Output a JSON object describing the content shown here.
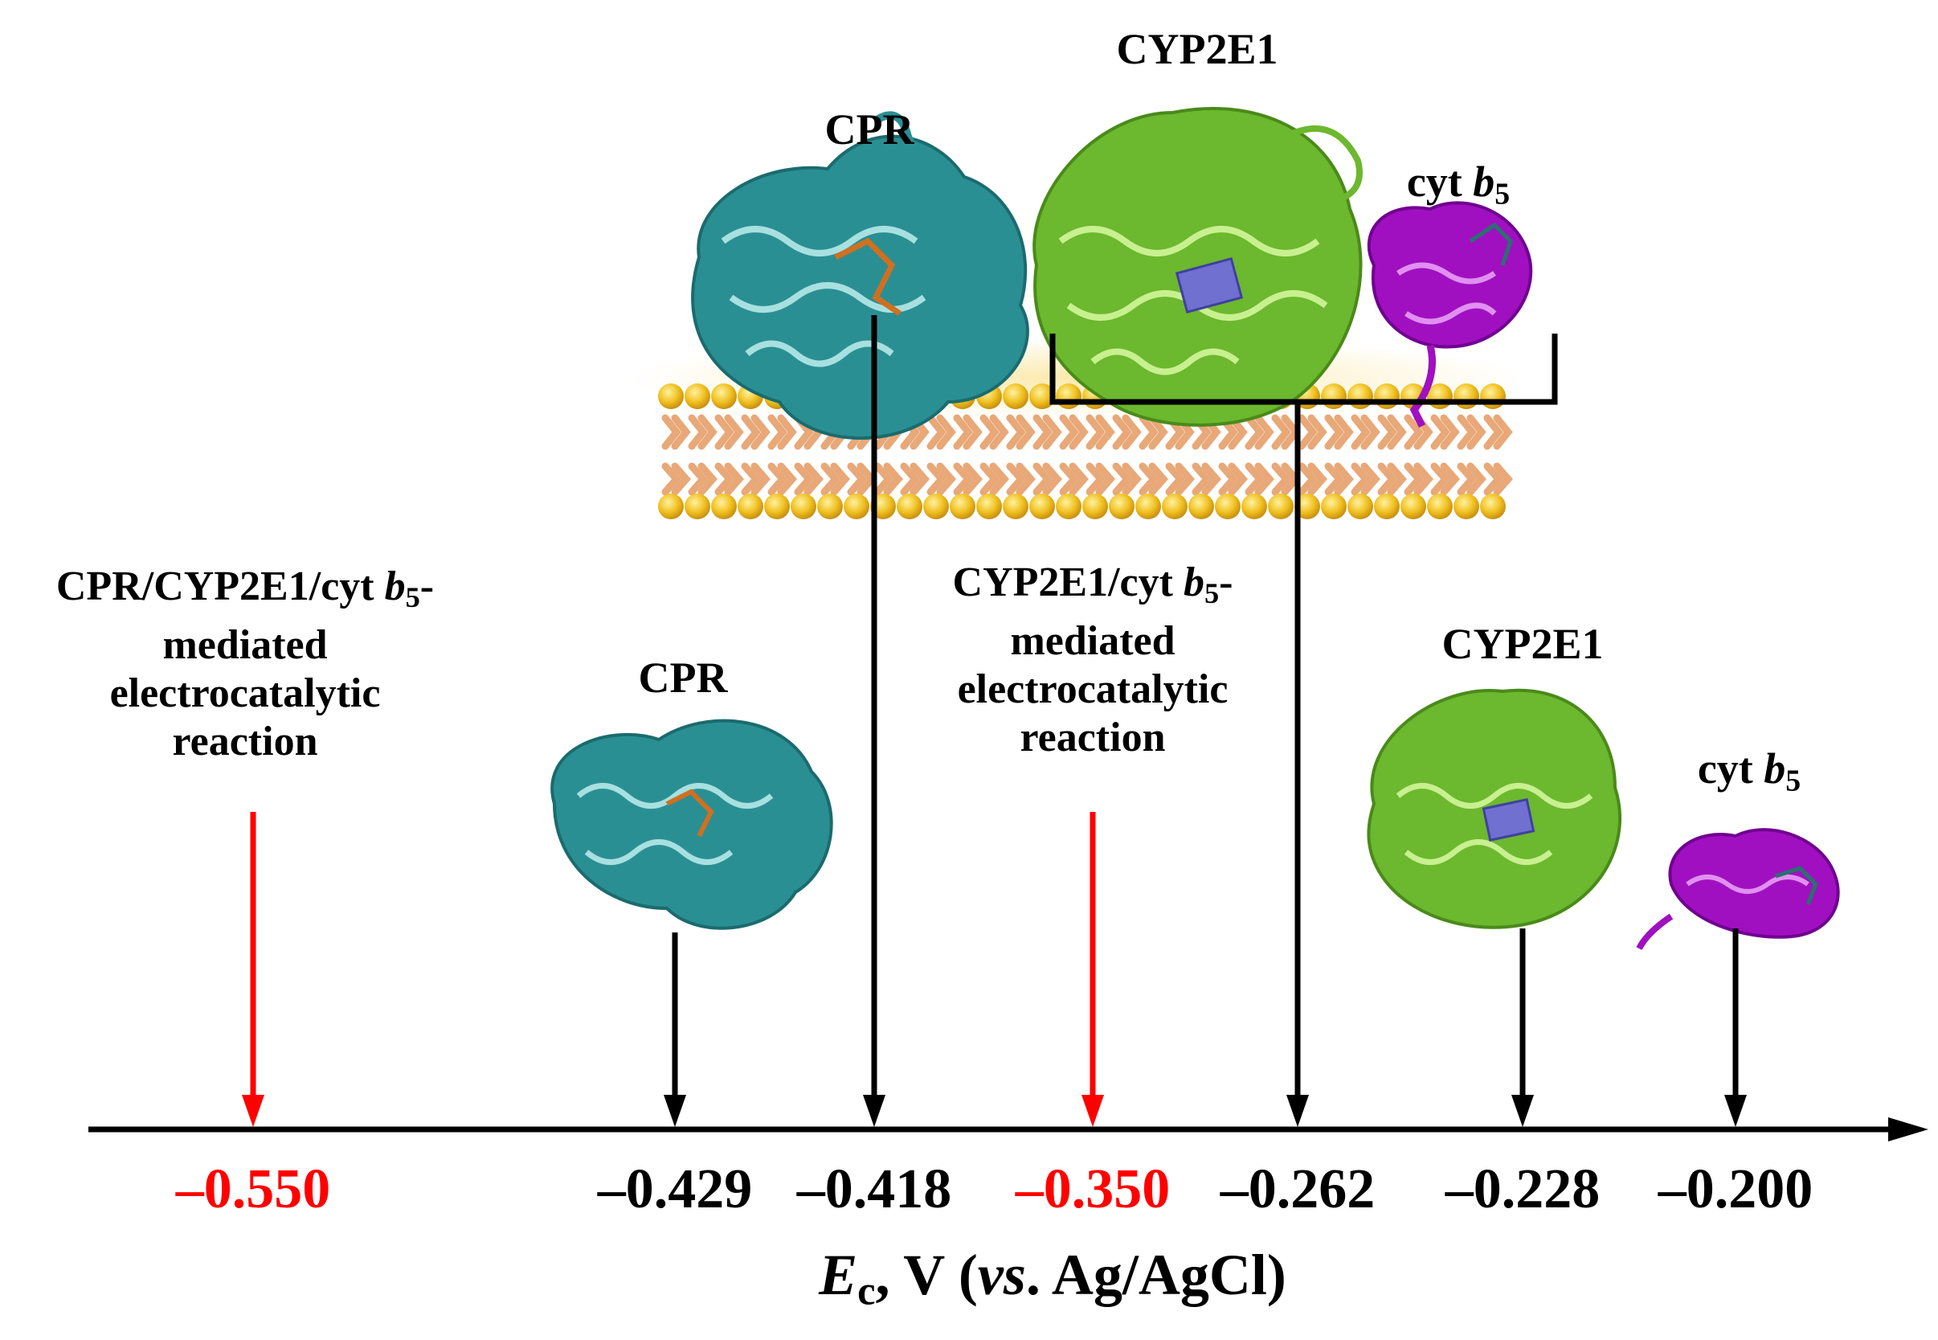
{
  "axis": {
    "label": {
      "symbol": "E",
      "subscript": "c",
      "rest_before": ", V (",
      "vs": "vs",
      "rest_after": ". Ag/AgCl)"
    }
  },
  "ticks": [
    {
      "value": "–0.550",
      "color": "#ff0000"
    },
    {
      "value": "–0.429",
      "color": "#000000"
    },
    {
      "value": "–0.418",
      "color": "#000000"
    },
    {
      "value": "–0.350",
      "color": "#ff0000"
    },
    {
      "value": "–0.262",
      "color": "#000000"
    },
    {
      "value": "–0.228",
      "color": "#000000"
    },
    {
      "value": "–0.200",
      "color": "#000000"
    }
  ],
  "labels": {
    "cpr_membrane": "CPR",
    "cyp_membrane": "CYP2E1",
    "cytb5_membrane": {
      "prefix": "cyt ",
      "italic": "b",
      "sub": "5"
    },
    "cpr_free": "CPR",
    "cyp_free": "CYP2E1",
    "cytb5_free": {
      "prefix": "cyt ",
      "italic": "b",
      "sub": "5"
    }
  },
  "reaction_left": {
    "line1_prefix": "CPR/CYP2E1/cyt ",
    "line1_italic": "b",
    "line1_sub": "5",
    "line1_suffix": "-",
    "line2": "mediated",
    "line3": "electrocatalytic",
    "line4": "reaction"
  },
  "reaction_mid": {
    "line1_prefix": "CYP2E1/cyt ",
    "line1_italic": "b",
    "line1_sub": "5",
    "line1_suffix": "-",
    "line2": "mediated",
    "line3": "electrocatalytic",
    "line4": "reaction"
  },
  "colors": {
    "cpr": "#2a8f93",
    "cyp": "#6cb82e",
    "cytb5": "#a010c0",
    "heme": "#7070d0",
    "fad": "#d07020",
    "lipid_head": "#f0c020",
    "lipid_tail": "#e8a878",
    "arrow_red": "#ff0000",
    "arrow_black": "#000000"
  }
}
